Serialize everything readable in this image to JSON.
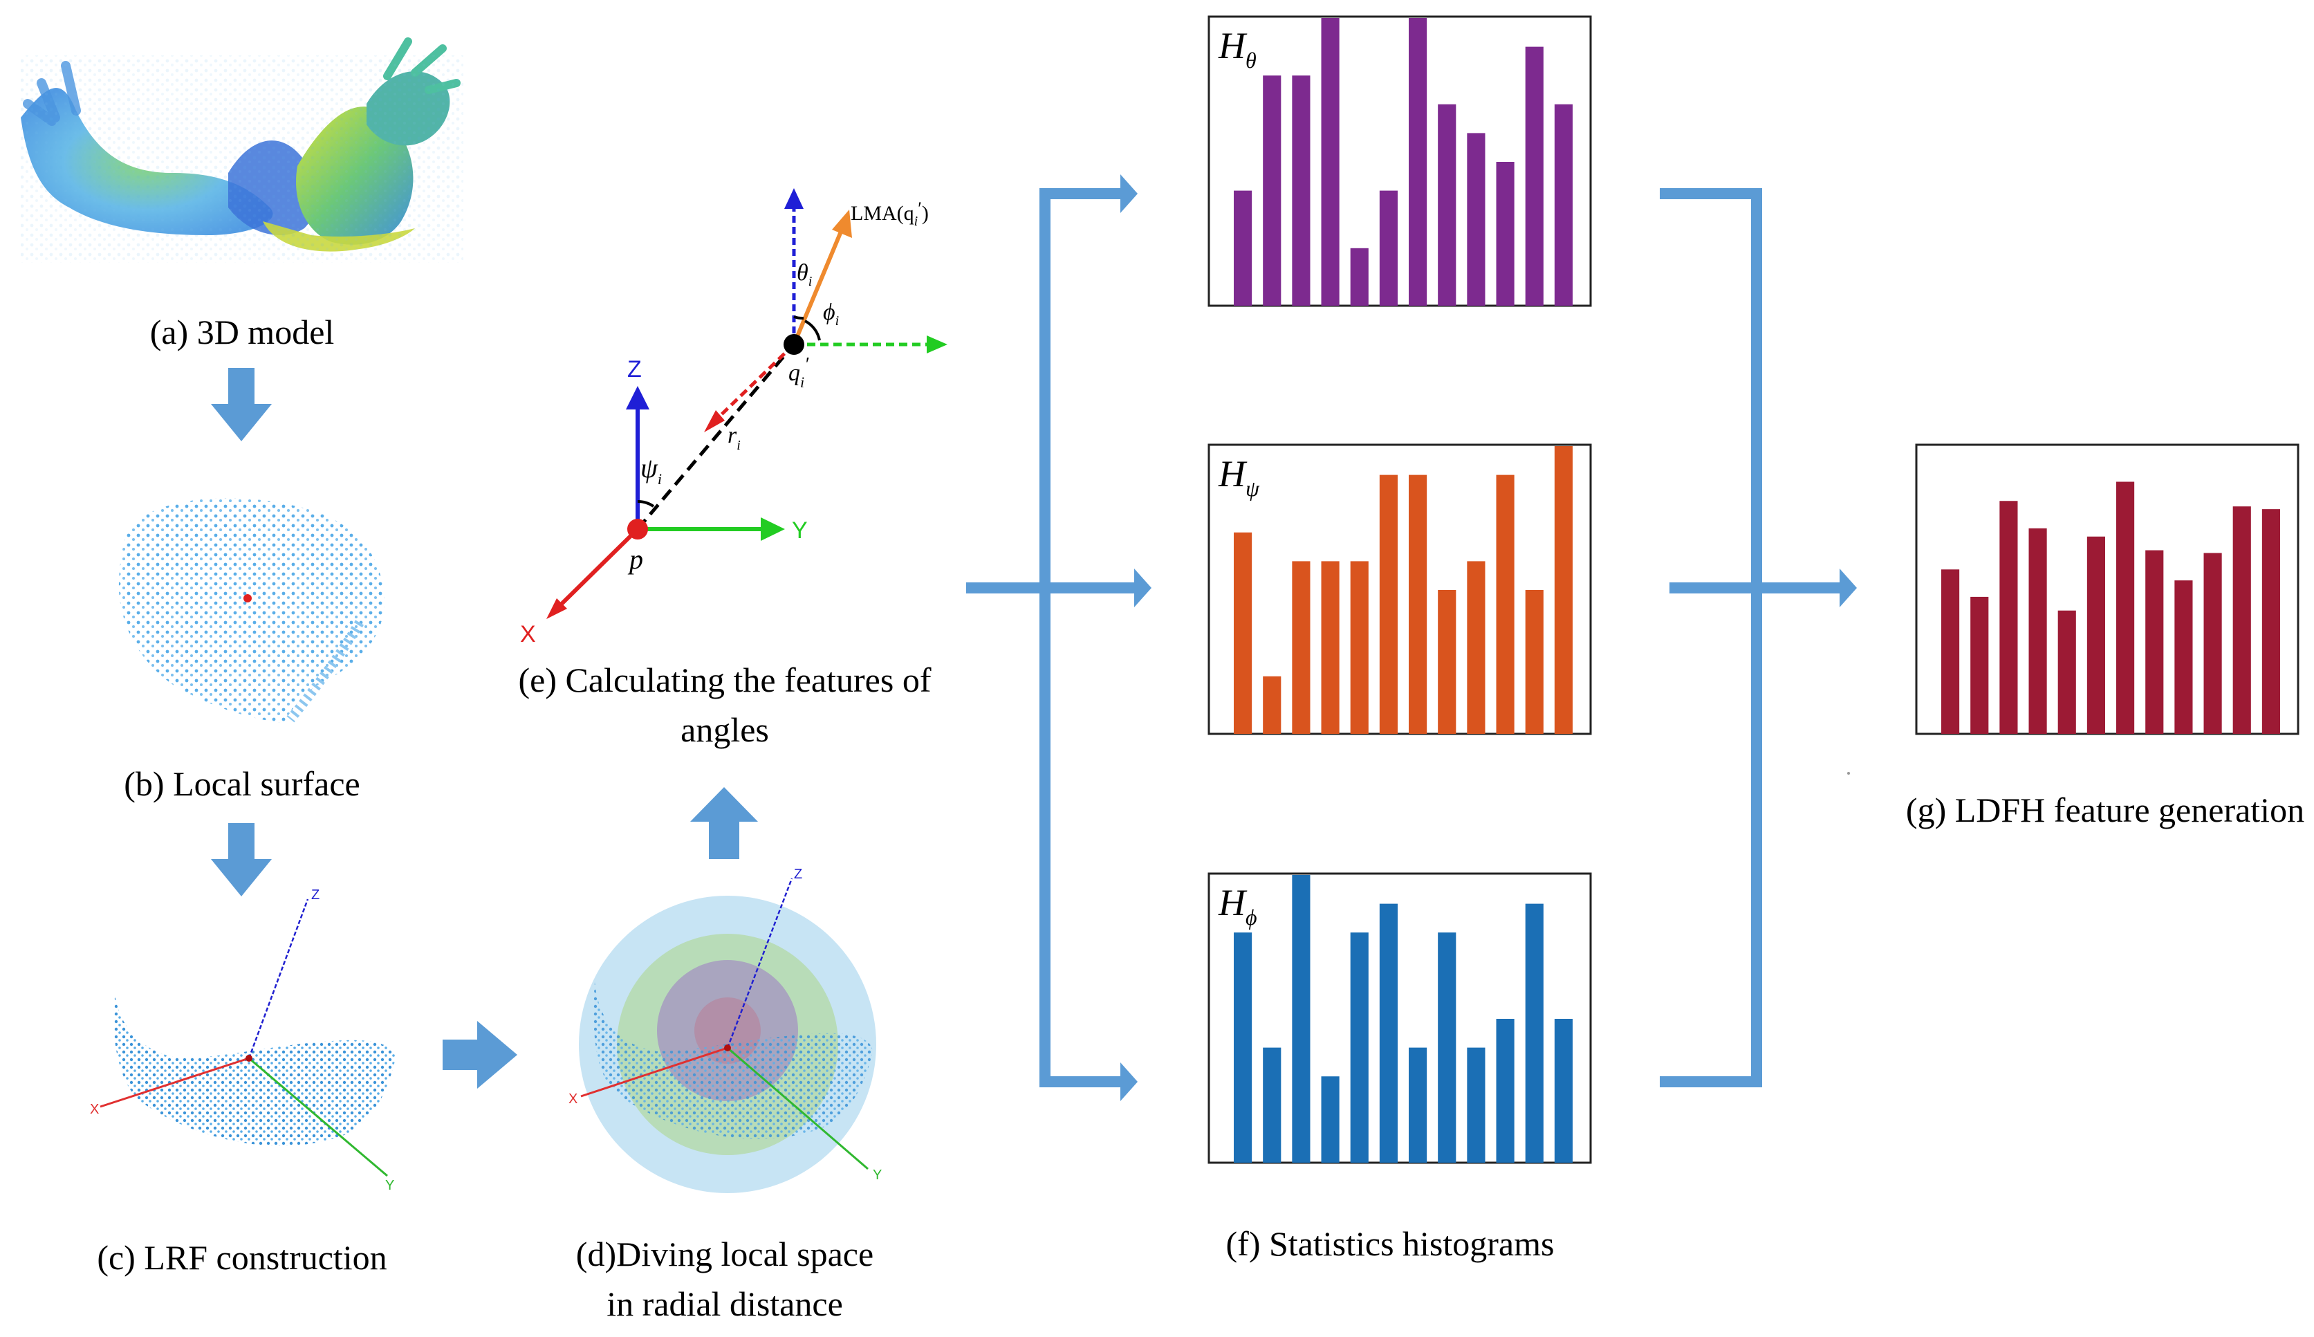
{
  "captions": {
    "a": "(a) 3D model",
    "b": "(b) Local surface",
    "c": "(c) LRF construction",
    "d_line1": "(d)Diving local space",
    "d_line2": "in radial distance",
    "e_line1": "(e) Calculating the features of",
    "e_line2": "angles",
    "f": "(f) Statistics histograms",
    "g": "(g) LDFH feature generation"
  },
  "angle_diagram": {
    "axis_x": "X",
    "axis_y": "Y",
    "axis_z": "Z",
    "point_p": "p",
    "point_q": "q",
    "lma_label": "LMA(q",
    "theta": "θ",
    "phi": "ϕ",
    "psi": "ψ",
    "r": "r",
    "sub_i": "i",
    "prime": "′",
    "lma_close": ")"
  },
  "lrf_axes": {
    "x": "X",
    "y": "Y",
    "z": "Z"
  },
  "colors": {
    "arrow": "#5b9bd5",
    "h_theta": "#7d2a8f",
    "h_psi": "#d9541e",
    "h_phi": "#1b6fb5",
    "ldfh": "#9c1a34"
  },
  "histograms": [
    {
      "label": "H",
      "sub": "θ",
      "color": "#7d2a8f",
      "values": [
        4,
        8,
        8,
        10,
        2,
        4,
        10,
        7,
        6,
        5,
        9,
        7
      ]
    },
    {
      "label": "H",
      "sub": "ψ",
      "color": "#d9541e",
      "values": [
        7,
        2,
        6,
        6,
        6,
        9,
        9,
        5,
        6,
        9,
        5,
        10
      ]
    },
    {
      "label": "H",
      "sub": "ϕ",
      "color": "#1b6fb5",
      "values": [
        8,
        4,
        10,
        3,
        8,
        9,
        4,
        8,
        4,
        5,
        9,
        5
      ]
    }
  ],
  "ldfh_histogram": {
    "color": "#9c1a34",
    "values": [
      6,
      5,
      8.5,
      7.5,
      4.5,
      7.2,
      9.2,
      6.7,
      5.6,
      6.6,
      8.3,
      8.2
    ]
  }
}
